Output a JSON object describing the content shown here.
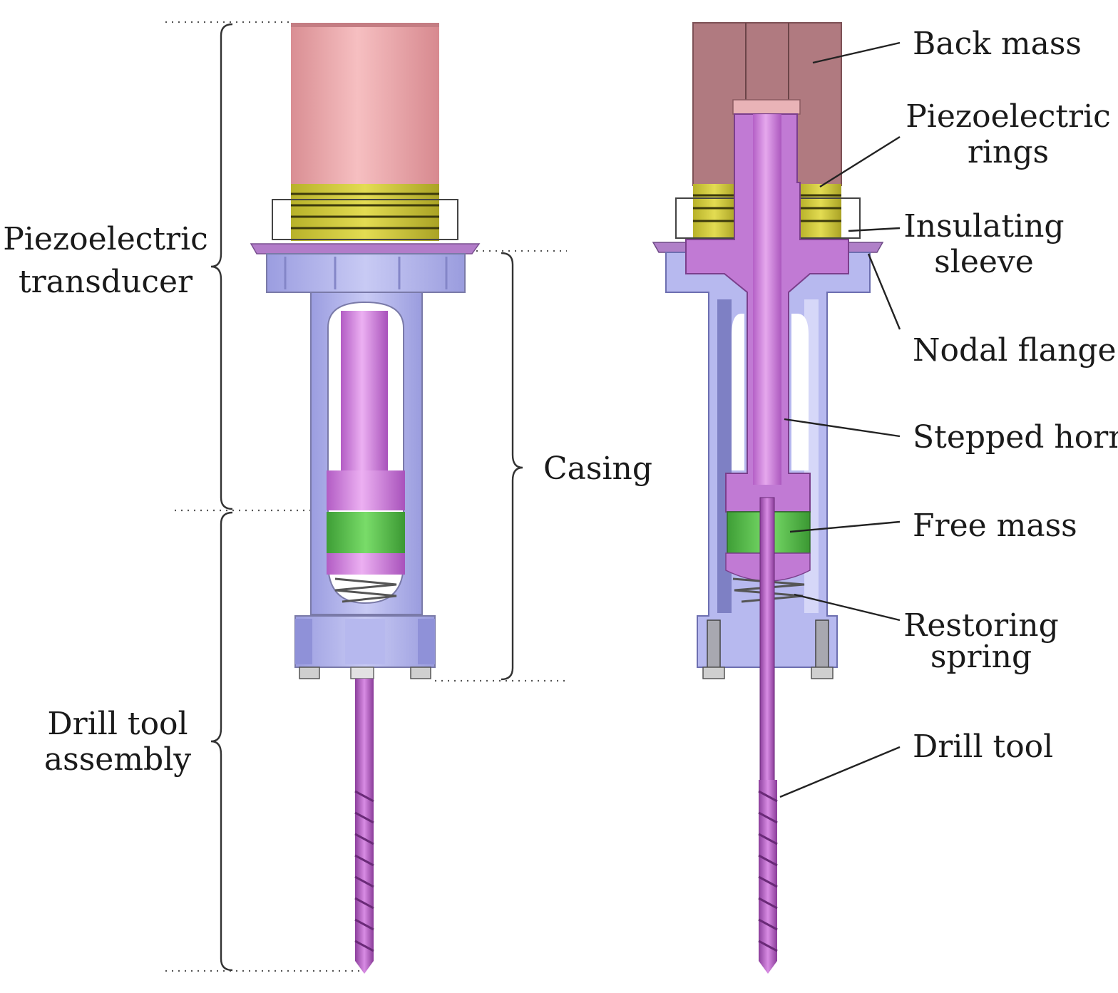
{
  "labels_left": {
    "transducer": [
      "Piezoelectric",
      "transducer"
    ],
    "drill_assembly": [
      "Drill tool",
      "assembly"
    ],
    "casing": "Casing"
  },
  "labels_right": {
    "back_mass": "Back mass",
    "piezo_rings": [
      "Piezoelectric",
      "rings"
    ],
    "insulating_sleeve": [
      "Insulating",
      "sleeve"
    ],
    "nodal_flange": "Nodal flange",
    "stepped_horn": "Stepped horn",
    "free_mass": "Free mass",
    "restoring_spring": [
      "Restoring",
      "spring"
    ],
    "drill_tool": "Drill tool"
  },
  "colors": {
    "back_mass_exterior": "#e8a9ac",
    "back_mass_section": "#b07a80",
    "piezo_rings": "#cfc93a",
    "casing": "#aeb0ea",
    "horn": "#c776d6",
    "free_mass": "#59c24b",
    "drill": "#b45fc4"
  }
}
